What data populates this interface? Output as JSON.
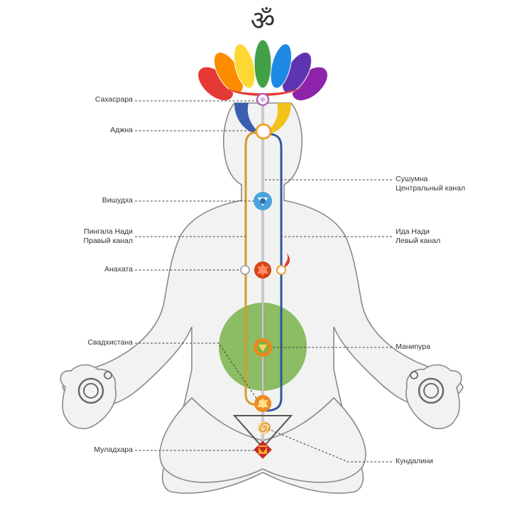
{
  "symbol": "ॐ",
  "labels": {
    "sahasrara": "Сахасрара",
    "ajna": "Аджна",
    "vishuddha": "Вишудха",
    "pingala_1": "Пингала Нади",
    "pingala_2": "Правый канал",
    "anahata": "Анахата",
    "svadhisthana": "Свадхистана",
    "muladhara": "Муладхара",
    "sushumna_1": "Сушумна",
    "sushumna_2": "Центральный канал",
    "ida_1": "Ида Нади",
    "ida_2": "Левый канал",
    "manipura": "Манипура",
    "kundalini": "Кундалини"
  },
  "colors": {
    "body_fill": "#f2f2f2",
    "body_stroke": "#8a8a8a",
    "pingala": "#d89a2a",
    "ida": "#2d5a9a",
    "sushumna": "#9a9a9a",
    "manipura_aura": "#7ab34a",
    "leader": "#444444",
    "lotus": [
      "#e53935",
      "#fb8c00",
      "#fdd835",
      "#43a047",
      "#1e88e5",
      "#5e35b1",
      "#8e24aa"
    ]
  },
  "chakras": [
    {
      "name": "sahasrara",
      "color": "#b06ab3"
    },
    {
      "name": "ajna",
      "color": "#f0a030"
    },
    {
      "name": "vishuddha",
      "color": "#4aa3df"
    },
    {
      "name": "anahata",
      "color": "#d84315"
    },
    {
      "name": "manipura",
      "color": "#e8891a"
    },
    {
      "name": "svadhisthana",
      "color": "#f08a24"
    },
    {
      "name": "kundalini",
      "color": "#f2b24a"
    },
    {
      "name": "muladhara",
      "color": "#d32f2f"
    }
  ]
}
